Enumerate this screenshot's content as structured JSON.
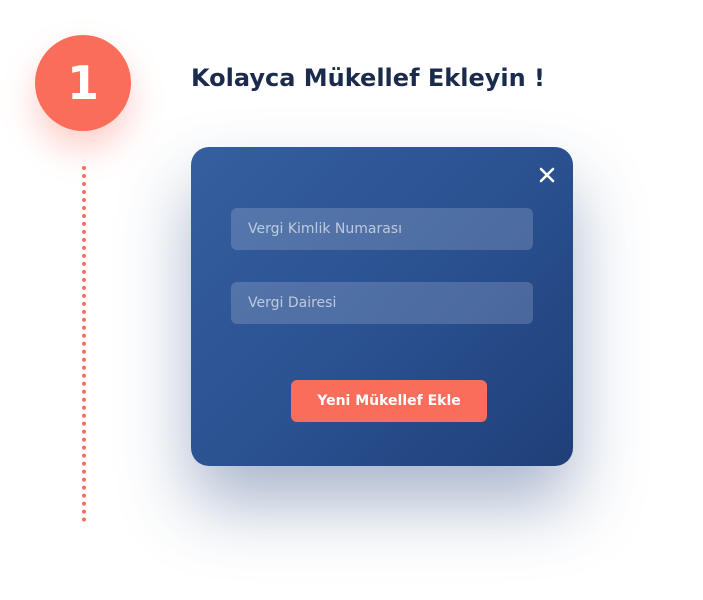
{
  "step": {
    "number": "1",
    "title": "Kolayca Mükellef Ekleyin !"
  },
  "modal": {
    "close_icon": "close-icon",
    "fields": {
      "tax_id_placeholder": "Vergi Kimlik Numarası",
      "tax_office_placeholder": "Vergi Dairesi"
    },
    "submit_label": "Yeni Mükellef Ekle"
  },
  "colors": {
    "accent": "#fb6d5b",
    "modal_gradient_start": "#355f9f",
    "modal_gradient_end": "#1f3f78",
    "title_text": "#1b2b4d"
  }
}
